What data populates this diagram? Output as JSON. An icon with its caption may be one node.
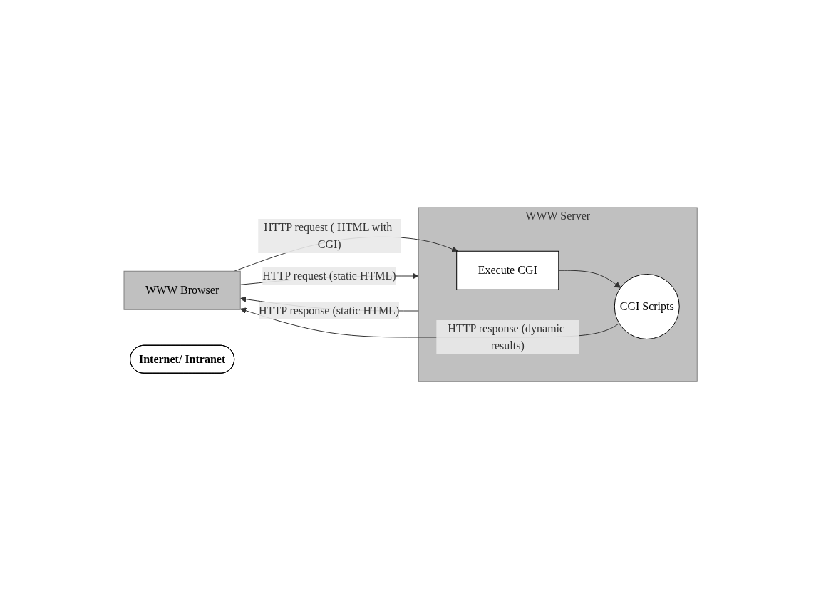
{
  "diagram": {
    "nodes": [
      {
        "text": [
          "WWW Browser"
        ]
      },
      {
        "text": [
          "Internet/ Intranet"
        ]
      },
      {
        "text": [
          "WWW Server"
        ]
      },
      {
        "text": [
          "Execute CGI"
        ],
        "in": 2
      },
      {
        "text": [
          "CGI Scripts"
        ],
        "in": 2
      }
    ],
    "edges": [
      {
        "from": 0,
        "to": 2,
        "arrow": "to",
        "label": "HTTP request (static  HTML)"
      },
      {
        "from": 2,
        "to": 0,
        "arrow": "to",
        "label": "HTTP response  (static  HTML)"
      },
      {
        "from": 0,
        "to": 3,
        "arrow": "to",
        "label": "HTTP request ( HTML with CGI)"
      },
      {
        "from": 3,
        "to": 4,
        "arrow": "to"
      },
      {
        "from": 4,
        "to": 0,
        "arrow": "to",
        "label": "HTTP response (dynamic results)"
      }
    ]
  }
}
